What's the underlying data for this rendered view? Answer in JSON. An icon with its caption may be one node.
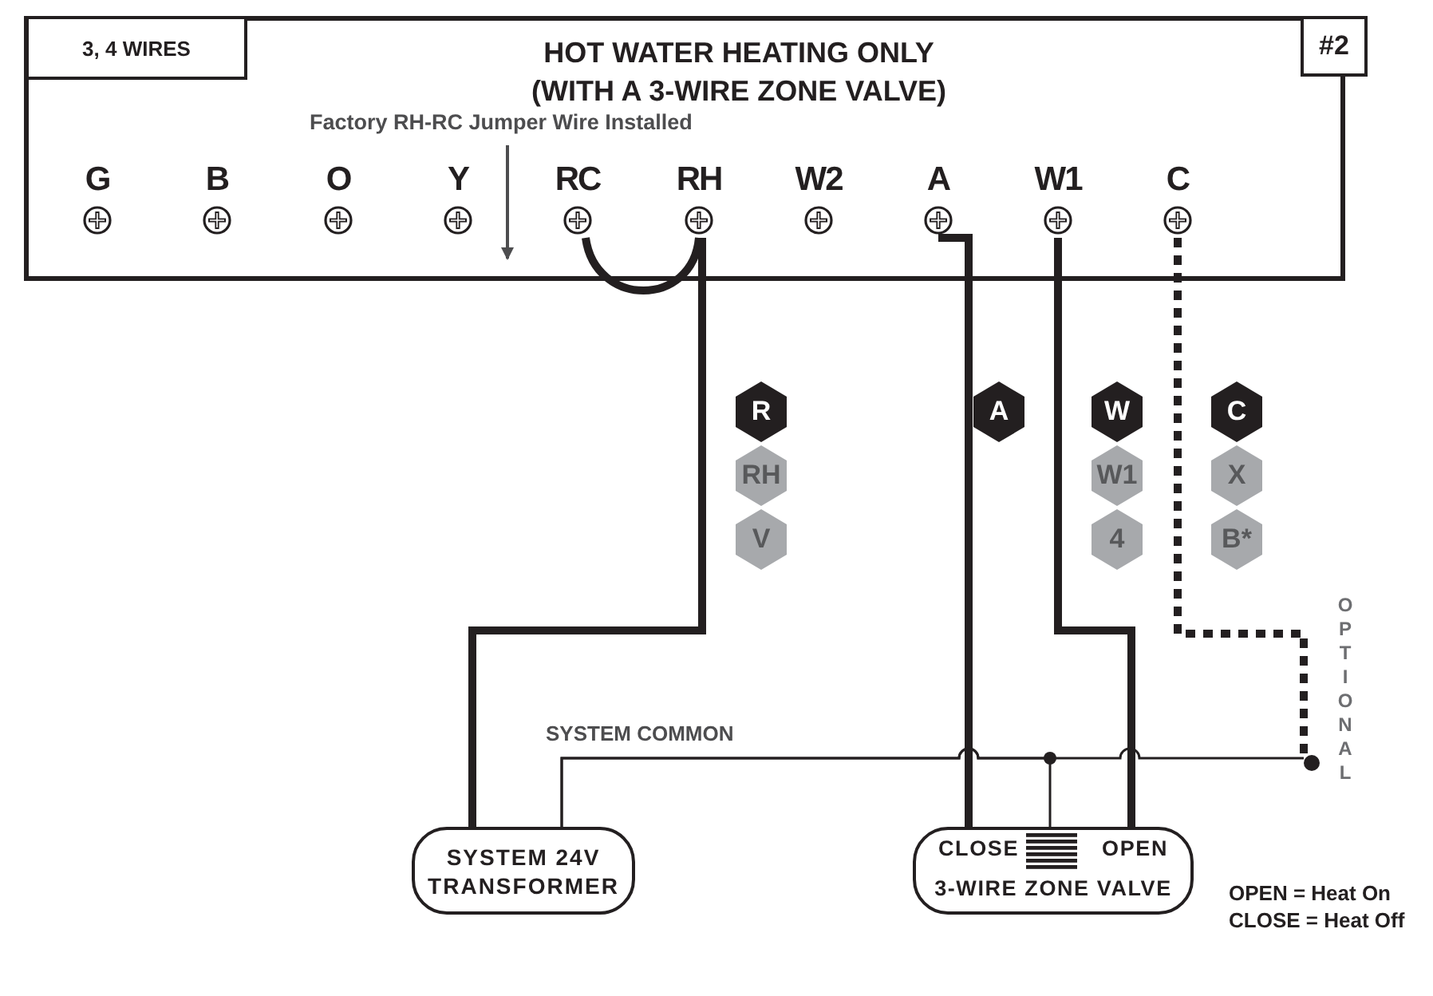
{
  "diagram": {
    "nodes": [
      {
        "text": [
          "HOT WATER HEATING ONLY (WITH A 3-WIRE ZONE VALVE)"
        ]
      },
      {
        "text": [
          "3, 4 WIRES"
        ],
        "in": 0
      },
      {
        "text": [
          "#2"
        ]
      },
      {
        "text": [
          "G"
        ],
        "in": 0
      },
      {
        "text": [
          "B"
        ],
        "in": 0
      },
      {
        "text": [
          "O"
        ],
        "in": 0
      },
      {
        "text": [
          "Y"
        ],
        "in": 0
      },
      {
        "text": [
          "RC"
        ],
        "in": 0
      },
      {
        "text": [
          "RH"
        ],
        "in": 0
      },
      {
        "text": [
          "W2"
        ],
        "in": 0
      },
      {
        "text": [
          "A"
        ],
        "in": 0
      },
      {
        "text": [
          "W1"
        ],
        "in": 0
      },
      {
        "text": [
          "C"
        ],
        "in": 0
      },
      {
        "text": [
          "Factory RH-RC Jumper Wire Installed"
        ],
        "in": 0
      },
      {
        "text": [
          "R"
        ]
      },
      {
        "text": [
          "RH"
        ]
      },
      {
        "text": [
          "V"
        ]
      },
      {
        "text": [
          "A"
        ]
      },
      {
        "text": [
          "W"
        ]
      },
      {
        "text": [
          "W1"
        ]
      },
      {
        "text": [
          "4"
        ]
      },
      {
        "text": [
          "C"
        ]
      },
      {
        "text": [
          "X"
        ]
      },
      {
        "text": [
          "B*"
        ]
      },
      {
        "text": [
          "SYSTEM 24V TRANSFORMER"
        ]
      },
      {
        "text": [
          "CLOSE",
          "OPEN",
          "3-WIRE ZONE VALVE"
        ]
      },
      {
        "text": [],
        "shape": "circle"
      }
    ],
    "edges": [
      {
        "from": 7,
        "to": 8,
        "arrow": "none"
      },
      {
        "from": 8,
        "to": 24,
        "arrow": "none"
      },
      {
        "from": 10,
        "to": 25,
        "arrow": "none"
      },
      {
        "from": 11,
        "to": 25,
        "arrow": "none"
      },
      {
        "from": 12,
        "to": 26,
        "arrow": "none",
        "style": "dashed"
      },
      {
        "from": 24,
        "to": 25,
        "arrow": "none",
        "label": "SYSTEM COMMON"
      },
      {
        "from": 24,
        "to": 26,
        "arrow": "none"
      },
      {
        "from": 13,
        "to": null,
        "arrow": "to"
      }
    ],
    "labels": [
      "OPTIONAL",
      "OPEN = Heat On",
      "CLOSE = Heat Off"
    ]
  }
}
